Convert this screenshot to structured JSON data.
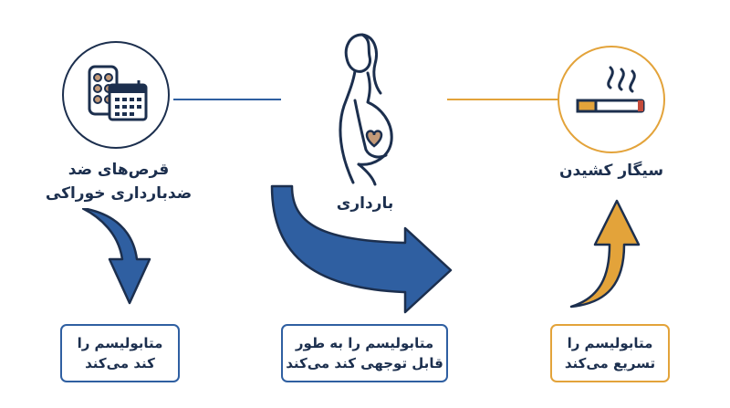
{
  "colors": {
    "navy": "#1c2f4e",
    "blue": "#2f5fa1",
    "gold": "#e3a33a",
    "skin": "#c49a78"
  },
  "pill": {
    "label_line1": "قرص‌های ضد",
    "label_line2": "ضدبارداری خوراکی",
    "result_line1": "متابولیسم را",
    "result_line2": "کند می‌کند"
  },
  "pregnancy": {
    "label": "بارداری",
    "result_line1": "متابولیسم را به طور",
    "result_line2": "قابل توجهی کند می‌کند"
  },
  "smoking": {
    "label": "سیگار کشیدن",
    "result_line1": "متابولیسم را",
    "result_line2": "تسریع می‌کند"
  }
}
